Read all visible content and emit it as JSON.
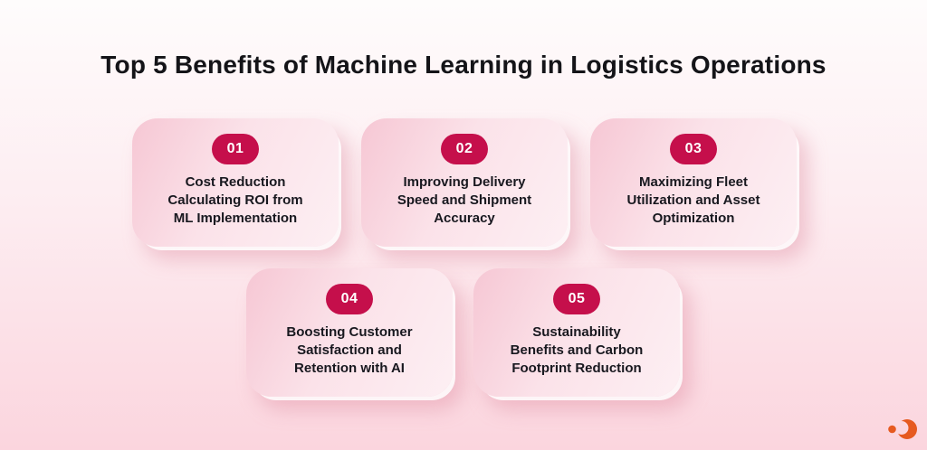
{
  "title": "Top 5 Benefits of Machine Learning in Logistics Operations",
  "colors": {
    "badge_background": "#c50f4b",
    "badge_text": "#ffffff",
    "card_gradient_start": "#f6c7d4",
    "card_gradient_end": "#fdeff3",
    "page_gradient_top": "#fefcfc",
    "page_gradient_bottom": "#fbd5de",
    "logo_orange": "#e65a20",
    "body_text": "#18181f"
  },
  "cards": [
    {
      "number": "01",
      "lines": [
        "Cost Reduction",
        "Calculating ROI from",
        "ML Implementation"
      ]
    },
    {
      "number": "02",
      "lines": [
        "Improving Delivery",
        "Speed and Shipment",
        "Accuracy"
      ]
    },
    {
      "number": "03",
      "lines": [
        "Maximizing Fleet",
        "Utilization and Asset",
        "Optimization"
      ]
    },
    {
      "number": "04",
      "lines": [
        "Boosting Customer",
        "Satisfaction and",
        "Retention with AI"
      ]
    },
    {
      "number": "05",
      "lines": [
        "Sustainability",
        "Benefits and Carbon",
        "Footprint Reduction"
      ]
    }
  ],
  "footer": {
    "logo_icon": "orange-orbit-brand-mark"
  }
}
